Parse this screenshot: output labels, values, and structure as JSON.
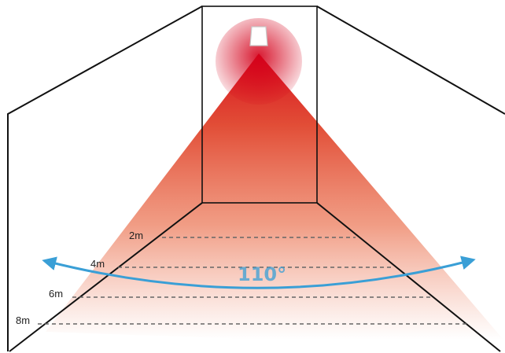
{
  "diagram": {
    "angle_label": "110°",
    "distance_labels": [
      "2m",
      "4m",
      "6m",
      "8m"
    ]
  },
  "colors": {
    "cone_apex": "#d8101e",
    "cone_fade": "#ffffff",
    "wall_lines": "#111111",
    "dashed_lines": "#666666",
    "arc": "#3a9fd6"
  },
  "icons": {
    "sensor": "motion-sensor-icon"
  }
}
